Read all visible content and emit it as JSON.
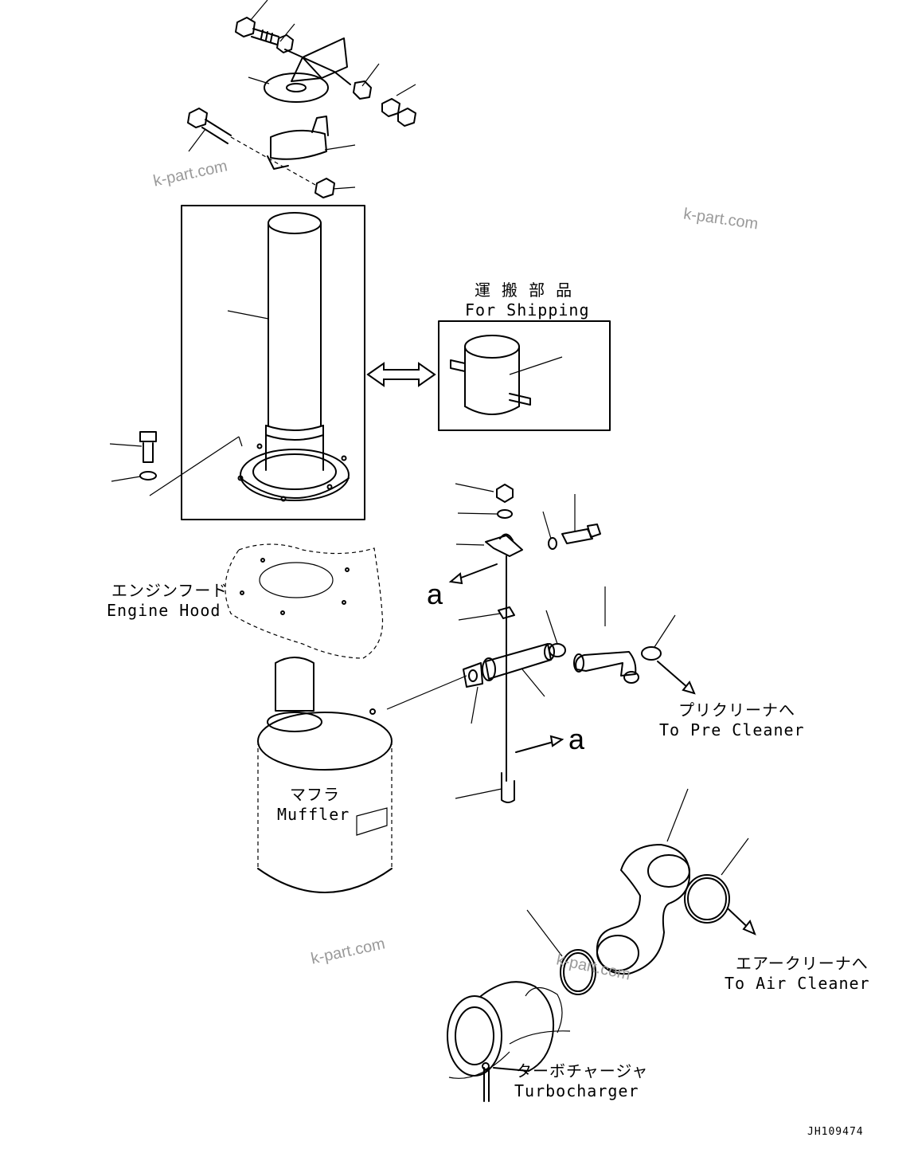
{
  "labels": {
    "for_shipping_jp": "運 搬 部 品",
    "for_shipping_en": "For Shipping",
    "engine_hood_jp": "エンジンフード",
    "engine_hood_en": "Engine Hood",
    "muffler_jp": "マフラ",
    "muffler_en": "Muffler",
    "pre_cleaner_jp": "プリクリーナへ",
    "pre_cleaner_en": "To Pre Cleaner",
    "air_cleaner_jp": "エアークリーナへ",
    "air_cleaner_en": "To Air Cleaner",
    "turbocharger_jp": "ターボチャージャ",
    "turbocharger_en": "Turbocharger",
    "view_ref_upper": "a",
    "view_ref_lower": "a"
  },
  "watermarks": [
    "k-part.com",
    "k-part.com",
    "k-part.com",
    "k-part.com"
  ],
  "drawing_code": "JH109474"
}
